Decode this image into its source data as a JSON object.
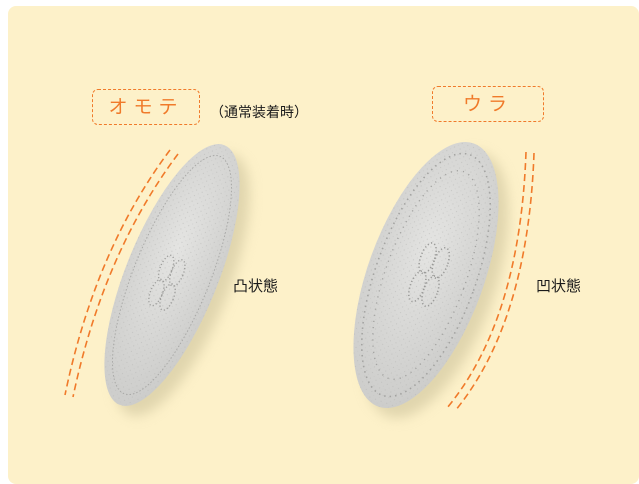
{
  "front": {
    "label": "オモテ",
    "note": "（通常装着時）",
    "state": "凸状態"
  },
  "back": {
    "label": "ウラ",
    "state": "凹状態"
  },
  "colors": {
    "background": "#fdf1c9",
    "accent": "#f07a2a",
    "pad": "#d9d9d7"
  }
}
